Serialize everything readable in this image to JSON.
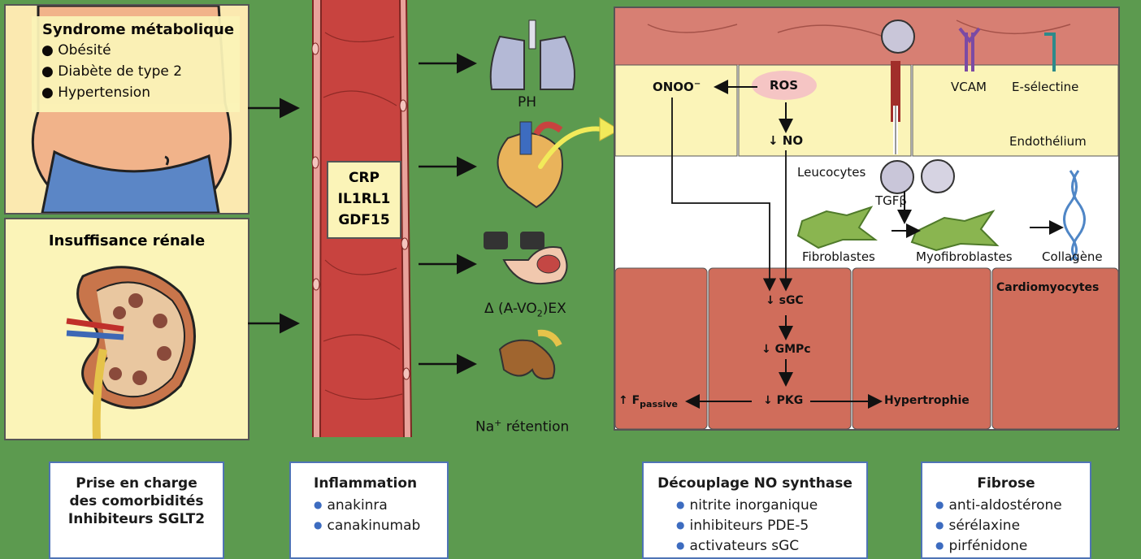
{
  "metabolic": {
    "title": "Syndrome métabolique",
    "items": [
      "Obésité",
      "Diabète de type 2",
      "Hypertension"
    ]
  },
  "renal": {
    "title": "Insuffisance rénale"
  },
  "vessel_box": {
    "lines": [
      "CRP",
      "IL1RL1",
      "GDF15"
    ]
  },
  "organs": {
    "lungs": "PH",
    "muscle": "Δ (A-VO",
    "muscle_sub": "2",
    "muscle_tail": ")EX",
    "kidney_ret": "Na",
    "kidney_sup": "+",
    "kidney_tail": " rétention"
  },
  "cell": {
    "onoo": "ONOO",
    "onoo_sup": "−",
    "ros": "ROS",
    "no": "↓ NO",
    "vcam": "VCAM",
    "eselectin": "E-sélectine",
    "endothelium": "Endothélium",
    "leucocytes": "Leucocytes",
    "tgfb": "TGFβ",
    "fibroblastes": "Fibroblastes",
    "myofibroblastes": "Myofibroblastes",
    "collagene": "Collagène",
    "cardiomyocytes": "Cardiomyocytes",
    "sgc": "↓ sGC",
    "gmpc": "↓ GMPc",
    "pkg": "↓ PKG",
    "fpassive": "↑ F",
    "fpassive_sub": "passive",
    "hypertrophie": "Hypertrophie"
  },
  "bottom": {
    "comorb": {
      "lines": [
        "Prise en charge",
        "des comorbidités",
        "Inhibiteurs SGLT2"
      ]
    },
    "inflam": {
      "title": "Inflammation",
      "items": [
        "anakinra",
        "canakinumab"
      ]
    },
    "no_synth": {
      "title": "Découplage NO synthase",
      "items": [
        "nitrite inorganique",
        "inhibiteurs PDE-5",
        "activateurs sGC"
      ]
    },
    "fibrose": {
      "title": "Fibrose",
      "items": [
        "anti-aldostérone",
        "sérélaxine",
        "pirfénidone"
      ]
    }
  },
  "colors": {
    "background": "#5c9a4f",
    "panel": "#fbf4b8",
    "vessel": "#c8433f",
    "cardio": "#d06d5b",
    "box_border": "#4f74b5"
  }
}
